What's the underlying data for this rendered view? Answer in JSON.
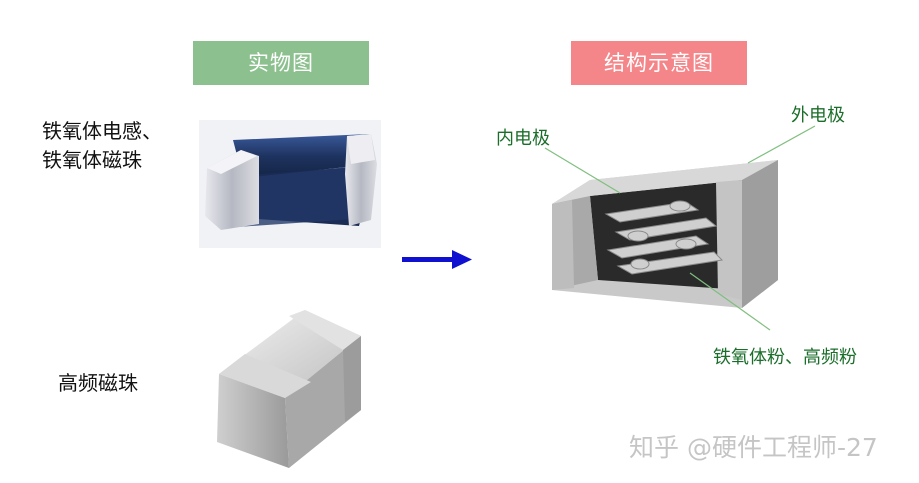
{
  "header_photo": "实物图",
  "header_structure": "结构示意图",
  "label_ferrite_line1": "铁氧体电感、",
  "label_ferrite_line2": "铁氧体磁珠",
  "label_hf": "高频磁珠",
  "callout_inner_electrode": "内电极",
  "callout_outer_electrode": "外电极",
  "callout_powder": "铁氧体粉、高频粉",
  "watermark": "知乎 @硬件工程师-27",
  "colors": {
    "photo_header": "#8cc08e",
    "structure_header": "#f4868a",
    "arrow": "#1010d0",
    "callout_text": "#1a6e2a",
    "callout_line": "#7fbf7f"
  }
}
